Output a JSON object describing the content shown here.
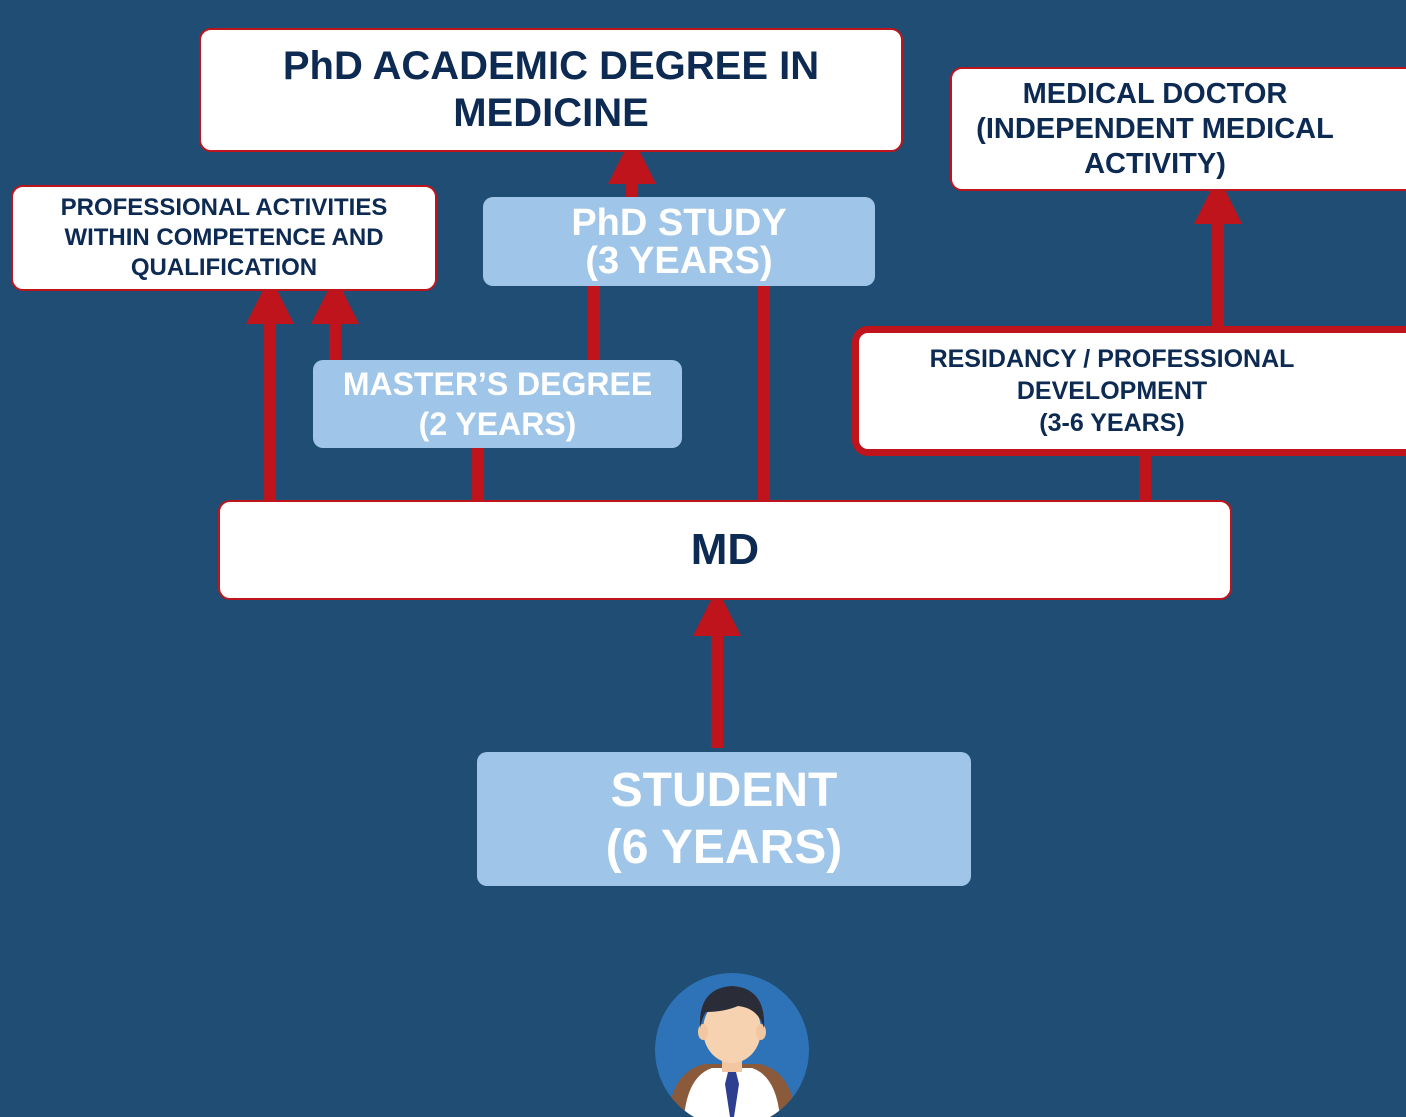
{
  "nodes": {
    "phd_degree": {
      "lines": [
        "PhD ACADEMIC DEGREE IN",
        "MEDICINE"
      ]
    },
    "medical_doctor": {
      "lines": [
        "MEDICAL DOCTOR",
        "(INDEPENDENT MEDICAL",
        "ACTIVITY)"
      ]
    },
    "professional_activities": {
      "lines": [
        "PROFESSIONAL ACTIVITIES",
        "WITHIN COMPETENCE AND",
        "QUALIFICATION"
      ]
    },
    "phd_study": {
      "lines": [
        "PhD STUDY",
        "(3 YEARS)"
      ]
    },
    "masters_degree": {
      "lines": [
        "MASTER’S DEGREE",
        "(2 YEARS)"
      ]
    },
    "residency": {
      "lines": [
        "RESIDANCY / PROFESSIONAL",
        "DEVELOPMENT",
        "(3-6 YEARS)"
      ]
    },
    "md": {
      "lines": [
        "MD"
      ]
    },
    "student": {
      "lines": [
        "STUDENT",
        "(6 YEARS)"
      ]
    }
  },
  "colors": {
    "background": "#1f4d74",
    "arrow": "#c0141c",
    "white_box": "#ffffff",
    "light_box": "#9fc5e8",
    "dark_text": "#0d2a52"
  },
  "icons": {
    "student_avatar": "student-avatar-icon"
  }
}
